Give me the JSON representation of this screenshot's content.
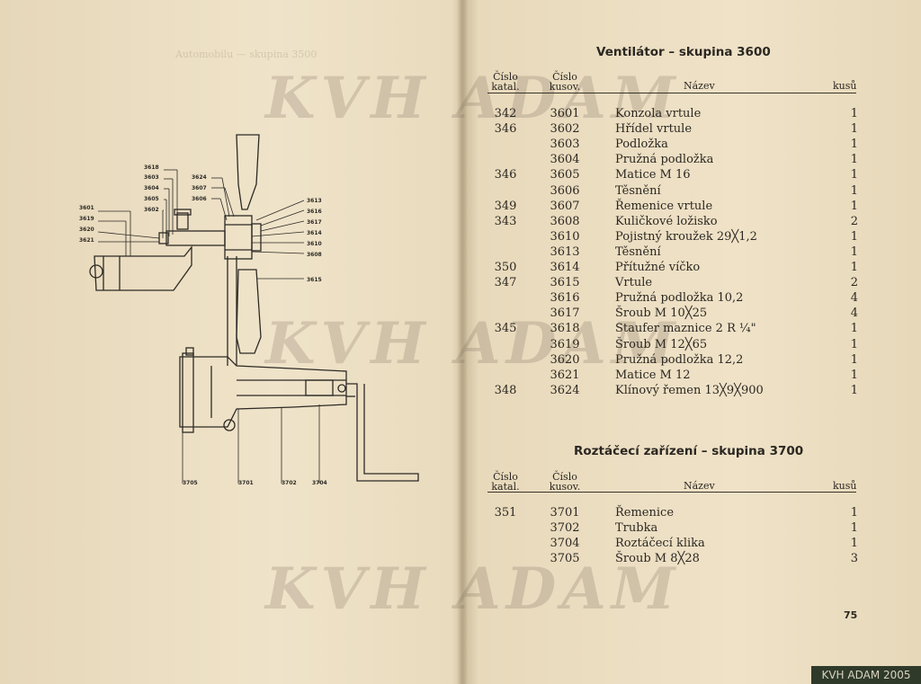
{
  "watermark_text": "KVH ADAM",
  "left_page": {
    "ghost_text": "Automobilu — skupina 3500",
    "callouts_top_left": [
      "3618",
      "3603",
      "3604",
      "3605",
      "3602"
    ],
    "callouts_top_mid": [
      "3624",
      "3607",
      "3606"
    ],
    "callouts_left": [
      "3601",
      "3619",
      "3620",
      "3621"
    ],
    "callouts_right": [
      "3613",
      "3616",
      "3617",
      "3614",
      "3610",
      "3608",
      "3615"
    ],
    "callouts_bottom": [
      "3705",
      "3701",
      "3702",
      "3704"
    ]
  },
  "right_page": {
    "page_number": "75",
    "sections": [
      {
        "title": "Ventilátor – skupina 3600",
        "headers": {
          "cat_line1": "Číslo",
          "cat_line2": "katal.",
          "kus_line1": "Číslo",
          "kus_line2": "kusov.",
          "name": "Název",
          "qty": "kusů"
        },
        "rows": [
          {
            "cat": "342",
            "kus": "3601",
            "name": "Konzola vrtule",
            "qty": "1"
          },
          {
            "cat": "346",
            "kus": "3602",
            "name": "Hřídel vrtule",
            "qty": "1"
          },
          {
            "cat": "",
            "kus": "3603",
            "name": "Podložka",
            "qty": "1"
          },
          {
            "cat": "",
            "kus": "3604",
            "name": "Pružná podložka",
            "qty": "1"
          },
          {
            "cat": "346",
            "kus": "3605",
            "name": "Matice M 16",
            "qty": "1"
          },
          {
            "cat": "",
            "kus": "3606",
            "name": "Těsnění",
            "qty": "1"
          },
          {
            "cat": "349",
            "kus": "3607",
            "name": "Řemenice vrtule",
            "qty": "1"
          },
          {
            "cat": "343",
            "kus": "3608",
            "name": "Kuličkové ložisko",
            "qty": "2"
          },
          {
            "cat": "",
            "kus": "3610",
            "name": "Pojistný kroužek 29╳1,2",
            "qty": "1"
          },
          {
            "cat": "",
            "kus": "3613",
            "name": "Těsnění",
            "qty": "1"
          },
          {
            "cat": "350",
            "kus": "3614",
            "name": "Přítužné víčko",
            "qty": "1"
          },
          {
            "cat": "347",
            "kus": "3615",
            "name": "Vrtule",
            "qty": "2"
          },
          {
            "cat": "",
            "kus": "3616",
            "name": "Pružná podložka 10,2",
            "qty": "4"
          },
          {
            "cat": "",
            "kus": "3617",
            "name": "Šroub M 10╳25",
            "qty": "4"
          },
          {
            "cat": "345",
            "kus": "3618",
            "name": "Staufer maznice 2 R ¼\"",
            "qty": "1"
          },
          {
            "cat": "",
            "kus": "3619",
            "name": "Šroub M 12╳65",
            "qty": "1"
          },
          {
            "cat": "",
            "kus": "3620",
            "name": "Pružná podložka 12,2",
            "qty": "1"
          },
          {
            "cat": "",
            "kus": "3621",
            "name": "Matice M 12",
            "qty": "1"
          },
          {
            "cat": "348",
            "kus": "3624",
            "name": "Klínový řemen 13╳9╳900",
            "qty": "1"
          }
        ]
      },
      {
        "title": "Roztáčecí zařízení – skupina 3700",
        "headers": {
          "cat_line1": "Číslo",
          "cat_line2": "katal.",
          "kus_line1": "Číslo",
          "kus_line2": "kusov.",
          "name": "Název",
          "qty": "kusů"
        },
        "rows": [
          {
            "cat": "351",
            "kus": "3701",
            "name": "Řemenice",
            "qty": "1"
          },
          {
            "cat": "",
            "kus": "3702",
            "name": "Trubka",
            "qty": "1"
          },
          {
            "cat": "",
            "kus": "3704",
            "name": "Roztáčecí klika",
            "qty": "1"
          },
          {
            "cat": "",
            "kus": "3705",
            "name": "Šroub M 8╳28",
            "qty": "3"
          }
        ]
      }
    ]
  },
  "corner_stamp": "KVH ADAM 2005"
}
